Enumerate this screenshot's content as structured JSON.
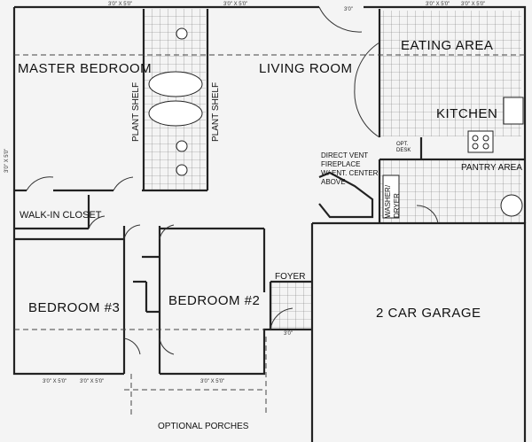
{
  "rooms": {
    "master_bedroom": "MASTER BEDROOM",
    "living_room": "LIVING ROOM",
    "eating_area": "EATING AREA",
    "kitchen": "KITCHEN",
    "pantry_area": "PANTRY AREA",
    "walk_in_closet": "WALK-IN CLOSET",
    "bedroom_3": "BEDROOM #3",
    "bedroom_2": "BEDROOM #2",
    "foyer": "FOYER",
    "garage": "2 CAR GARAGE",
    "porches": "OPTIONAL PORCHES"
  },
  "labels": {
    "plant_shelf_left": "PLANT SHELF",
    "plant_shelf_right": "PLANT SHELF",
    "fireplace_lines": [
      "DIRECT VENT",
      "FIREPLACE",
      "W/ ENT. CENTER",
      "ABOVE"
    ],
    "washer_dryer_lines": [
      "WASHER/",
      "DRYER"
    ],
    "opt_desk_lines": [
      "OPT.",
      "DESK"
    ]
  },
  "dimensions": {
    "top_left": "3'0\" X 5'0\"",
    "top_mid": "3'0\" X 5'0\"",
    "top_right_a": "3'0\" X 5'0\"",
    "top_right_b": "3'0\" X 5'0\"",
    "top_door": "3'0\"",
    "left_side": "3'0\" X 5'0\"",
    "bottom_left_a": "3'0\" X 5'0\"",
    "bottom_left_b": "3'0\" X 5'0\"",
    "bottom_mid": "3'0\" X 5'0\"",
    "foyer_door": "3'0\""
  }
}
